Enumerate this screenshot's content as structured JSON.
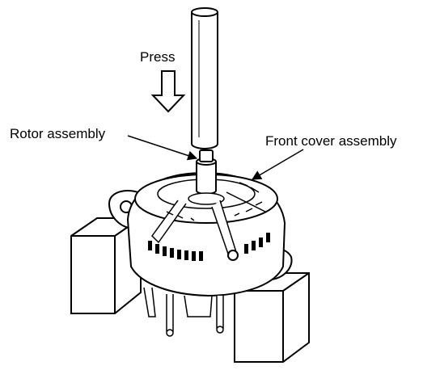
{
  "labels": {
    "press": "Press",
    "rotor_assembly": "Rotor assembly",
    "front_cover_assembly": "Front cover assembly"
  },
  "colors": {
    "ink": "#000000",
    "paper": "#ffffff"
  },
  "icons": {
    "press_arrow": "down-arrow-icon"
  }
}
